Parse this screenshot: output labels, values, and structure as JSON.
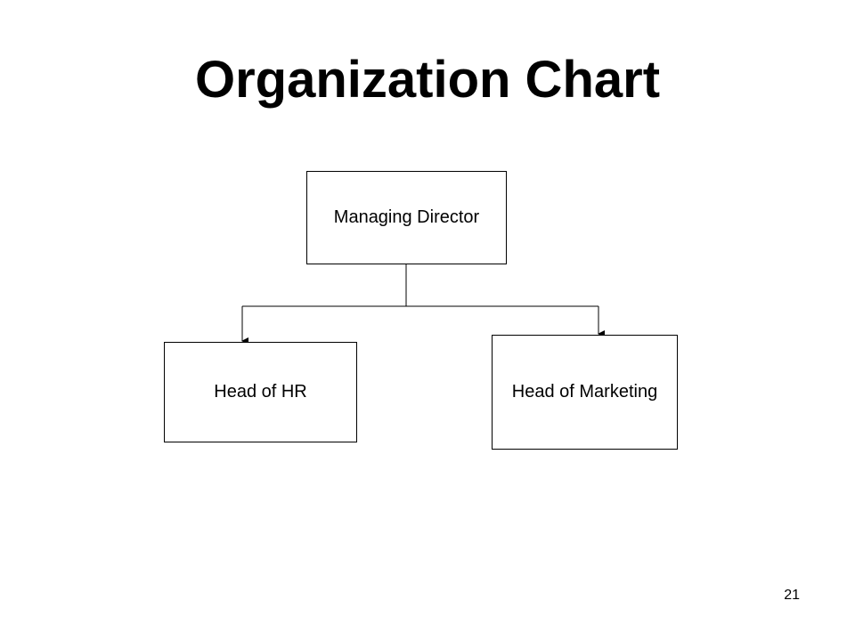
{
  "title": "Organization Chart",
  "nodes": {
    "root": {
      "label": "Managing Director"
    },
    "left": {
      "label": "Head of HR"
    },
    "right": {
      "label": "Head of Marketing"
    }
  },
  "edges": [
    {
      "from": "Managing Director",
      "to": "Head of HR"
    },
    {
      "from": "Managing Director",
      "to": "Head of Marketing"
    }
  ],
  "page_number": "21"
}
